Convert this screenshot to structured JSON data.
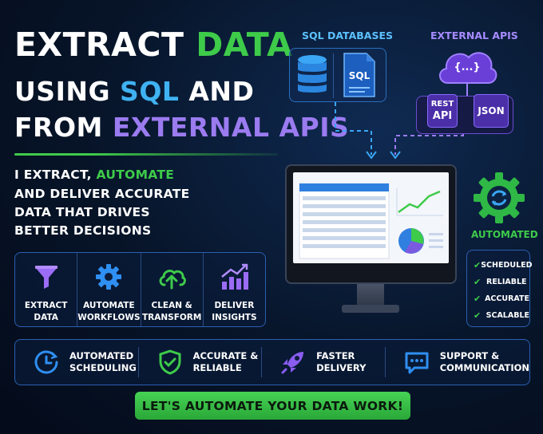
{
  "headline": {
    "line1_a": "EXTRACT ",
    "line1_b": "DATA",
    "line2_a": "USING ",
    "line2_b": "SQL",
    "line2_c": " AND",
    "line3_a": "FROM ",
    "line3_b": "EXTERNAL APIS"
  },
  "subtitle": {
    "line1_a": "I EXTRACT, ",
    "line1_b": "AUTOMATE",
    "line2": "AND DELIVER ACCURATE",
    "line3": "DATA THAT DRIVES",
    "line4": "BETTER DECISIONS"
  },
  "services": [
    {
      "line1": "EXTRACT",
      "line2": "DATA",
      "icon": "funnel-icon"
    },
    {
      "line1": "AUTOMATE",
      "line2": "WORKFLOWS",
      "icon": "gear-icon"
    },
    {
      "line1": "CLEAN &",
      "line2": "TRANSFORM",
      "icon": "cloud-upload-icon"
    },
    {
      "line1": "DELIVER",
      "line2": "INSIGHTS",
      "icon": "bar-chart-icon"
    }
  ],
  "sources": {
    "sql_header": "SQL DATABASES",
    "sql_file_label": "SQL",
    "api_header": "EXTERNAL APIS",
    "api_cloud_label": "{...}",
    "rest_label_1": "REST",
    "rest_label_2": "API",
    "json_label": "JSON"
  },
  "automated": {
    "label": "AUTOMATED",
    "checks": [
      "SCHEDULED",
      "RELIABLE",
      "ACCURATE",
      "SCALABLE"
    ]
  },
  "features": [
    {
      "line1": "AUTOMATED",
      "line2": "SCHEDULING",
      "icon": "clock-icon"
    },
    {
      "line1": "ACCURATE &",
      "line2": "RELIABLE",
      "icon": "shield-check-icon"
    },
    {
      "line1": "FASTER",
      "line2": "DELIVERY",
      "icon": "rocket-icon"
    },
    {
      "line1": "SUPPORT &",
      "line2": "COMMUNICATION",
      "icon": "chat-icon"
    }
  ],
  "cta": {
    "label": "LET'S AUTOMATE YOUR DATA WORK!"
  },
  "colors": {
    "green": "#3ecb4a",
    "blue": "#3fb2f2",
    "purple": "#9b7bf0",
    "background": "#071428"
  }
}
